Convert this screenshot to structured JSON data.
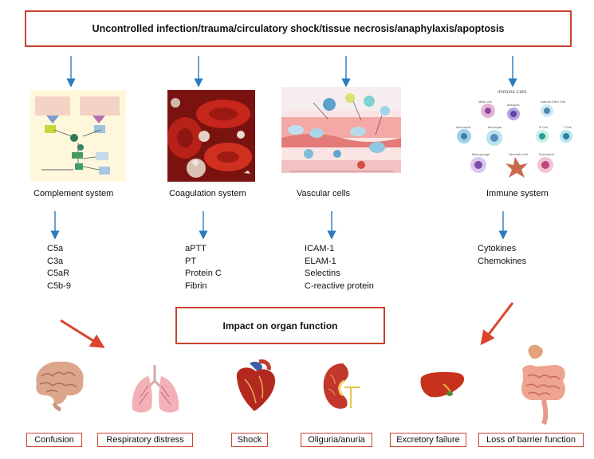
{
  "header": {
    "title": "Uncontrolled infection/trauma/circulatory shock/tissue necrosis/anaphylaxis/apoptosis"
  },
  "systems": [
    {
      "label": "Complement system",
      "markers": [
        "C5a",
        "C3a",
        "C5aR",
        "C5b-9"
      ]
    },
    {
      "label": "Coagulation system",
      "markers": [
        "aPTT",
        "PT",
        "Protein C",
        "Fibrin"
      ]
    },
    {
      "label": "Vascular cells",
      "markers": [
        "ICAM-1",
        "ELAM-1",
        "Selectins",
        "C-reactive protein"
      ]
    },
    {
      "label": "Immune system",
      "markers": [
        "Cytokines",
        "Chemokines"
      ]
    }
  ],
  "immune_panel": {
    "title": "Immune Cells",
    "cells": [
      "Mast Cell",
      "Basophil",
      "Natural Killer Cell",
      "Neutrophil",
      "Monocyte",
      "B Cell",
      "T Cell",
      "Macrophage",
      "Dendritic Cell",
      "Eosinophil"
    ]
  },
  "impact": {
    "title": "Impact on organ function"
  },
  "organs": [
    {
      "label": "Confusion",
      "icon": "brain-icon"
    },
    {
      "label": "Respiratory distress",
      "icon": "lungs-icon"
    },
    {
      "label": "Shock",
      "icon": "heart-icon"
    },
    {
      "label": "Oliguria/anuria",
      "icon": "kidney-icon"
    },
    {
      "label": "Excretory failure",
      "icon": "liver-icon"
    },
    {
      "label": "Loss of barrier function",
      "icon": "intestine-icon"
    }
  ],
  "colors": {
    "accent_red": "#c8432f",
    "arrow_blue": "#2b7bbf"
  }
}
